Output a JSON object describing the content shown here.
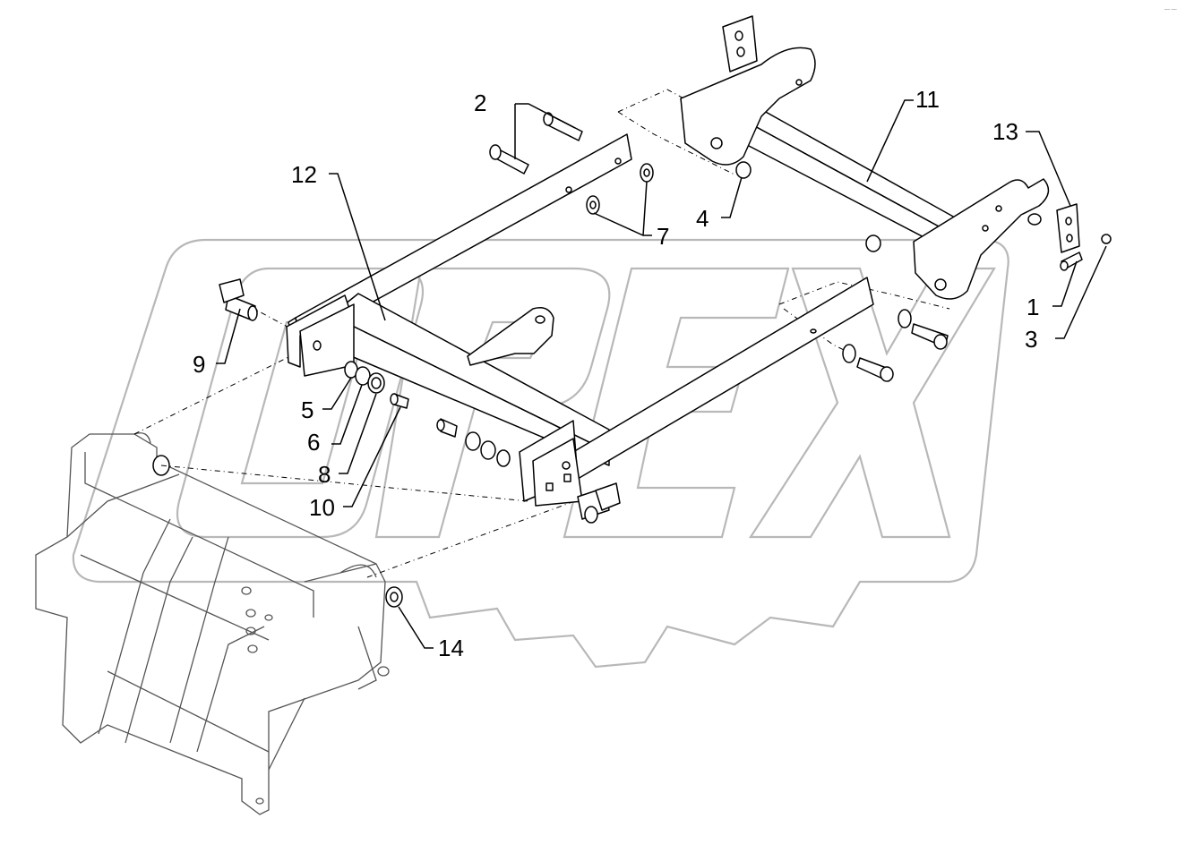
{
  "watermark_text": "OPEX",
  "corner_mark": "— —",
  "callouts": [
    {
      "label": "1"
    },
    {
      "label": "2"
    },
    {
      "label": "3"
    },
    {
      "label": "4"
    },
    {
      "label": "5"
    },
    {
      "label": "6"
    },
    {
      "label": "7"
    },
    {
      "label": "8"
    },
    {
      "label": "9"
    },
    {
      "label": "10"
    },
    {
      "label": "11"
    },
    {
      "label": "12"
    },
    {
      "label": "13"
    },
    {
      "label": "14"
    }
  ]
}
